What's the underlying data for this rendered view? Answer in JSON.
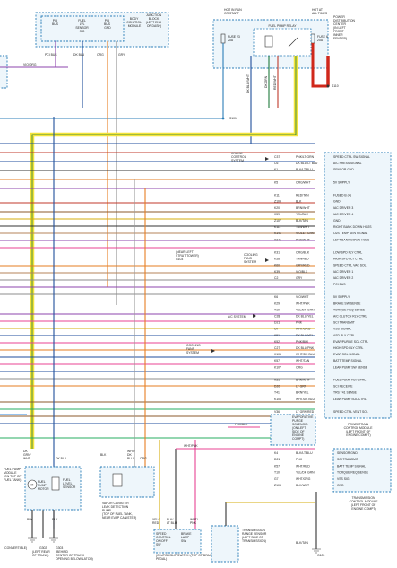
{
  "modules": {
    "junction_block": [
      "JUNCTION",
      "BLOCK",
      "(LEFT END",
      "OF DASH)"
    ],
    "body_control_module": [
      "BODY",
      "CONTROL",
      "MODULE"
    ],
    "power_distribution_center": [
      "POWER",
      "DISTRIBUTION",
      "CENTER",
      "(IN LEFT",
      "FRONT",
      "INNER",
      "FENDER)"
    ],
    "fuel_level_sender_box": [
      "PCI",
      "BUS",
      "FUEL",
      "LVL",
      "SENSOR",
      "SIG",
      "PCI",
      "BUS",
      "GND"
    ],
    "pcm": [
      "POWERTRAIN",
      "CONTROL MODULE",
      "(LEFT FRONT OF",
      "ENGINE COMPT)"
    ],
    "tcm": [
      "TRANSMISSION",
      "CONTROL MODULE",
      "(LEFT FRONT OF",
      "ENGINE COMPT)"
    ],
    "fuel_pump_module": [
      "FUEL PUMP",
      "MODULE",
      "(ON TOP OF",
      "FUEL TANK)"
    ],
    "fuel_pump_motor": [
      "FUEL",
      "PUMP",
      "MOTOR"
    ],
    "fuel_level_sensor": [
      "FUEL",
      "LEVEL",
      "SENSOR"
    ],
    "vapor_canister": [
      "VAPOR CANISTER",
      "LEAK DETECTION",
      "PUMP",
      "(TOP OF FUEL TANK,",
      "NEAR EVAP CANISTER)"
    ],
    "speed_control_switch": [
      "SPEED",
      "CONTROL",
      "ON/OFF",
      "SW"
    ],
    "brake_lamp_switch": [
      "BRAKE",
      "LAMP",
      "SW"
    ],
    "clutch_switch": [
      "CLUTCH",
      "(CLUTCH/SLIP SWITCH (TOP OF BRAKE",
      "PEDAL)"
    ],
    "evap_purge_solenoid": [
      "EVAPORATIVE",
      "PURGE",
      "SOLENOID",
      "(ON LEFT",
      "SIDE OF",
      "ENGINE",
      "COMPT)"
    ],
    "trans_range_sensor": [
      "TRANSMISSION",
      "RANGE SENSOR",
      "(LEFT SIDE OF",
      "TRANSMISSION)"
    ],
    "ac_system": [
      "A/C SYSTEM"
    ],
    "cooling_fans_system": [
      "COOLING",
      "FANS",
      "SYSTEM"
    ],
    "cooling_fan_system2": [
      "COOLING",
      "FANS",
      "SYSTEM"
    ],
    "cruise_control_system": [
      "CRUISE",
      "CONTROL",
      "SYSTEM"
    ],
    "ground_g103": [
      "(NEAR LEFT",
      "STRUT TOWER)",
      "G103"
    ],
    "convertible_note": [
      "(CONVERTIBLE)",
      "G302",
      "(LEFT REAR",
      "OF TRUNK)"
    ],
    "g303_note": [
      "G303",
      "(BEHIND",
      "CENTER OF TRUNK",
      "OPENING BELOW LATCH)"
    ],
    "g103_bottom": [
      "G103"
    ],
    "fuel_pump_relay": [
      "FUEL PUMP RELAY"
    ]
  },
  "top_labels": {
    "hot_in_run": [
      "HOT IN RUN",
      "OR START"
    ],
    "hot_at_all_times": [
      "HOT AT",
      "ALL TIMES"
    ],
    "fuse_23": [
      "FUSE 23",
      "20A"
    ],
    "fuse_6": [
      "FUSE 6",
      "20A"
    ],
    "splice_s101": "S101",
    "splice_s110": "S110",
    "pci_bus_left": "PCI BUS",
    "violet": "VIO/ORG",
    "dk_blu_top": "DK BLU",
    "org_top": "ORG",
    "gry": "GRY",
    "dk_grn": "DK GRN",
    "red_wht": "RED/WHT",
    "dk_blu_wht": "DK BLU/WHT",
    "dk_blu_wht2": "DK BLU/WHT"
  },
  "pcm_pins": [
    {
      "pin": "C37",
      "wire": "PNK/LT GRN",
      "signal": "SPEED CTRL SW SIGNAL"
    },
    {
      "pin": "C6",
      "wire": "DK BLU/LT BLU",
      "signal": "A/C PRESS SIGNAL"
    },
    {
      "pin": "K1",
      "wire": "BLK/LT BLU",
      "signal": "SENSOR GND"
    },
    {
      "pin": "",
      "wire": "",
      "signal": ""
    },
    {
      "pin": "K5",
      "wire": "ORG/WHT",
      "signal": "5V SUPPLY"
    },
    {
      "pin": "",
      "wire": "",
      "signal": ""
    },
    {
      "pin": "K11",
      "wire": "RED/TAN",
      "signal": "FUSED B (+)"
    },
    {
      "pin": "Z104",
      "wire": "BLK",
      "signal": "GND"
    },
    {
      "pin": "K20",
      "wire": "BRN/WHT",
      "signal": "IAC DRIVER 3"
    },
    {
      "pin": "K59",
      "wire": "YEL/BLK",
      "signal": "IAC DRIVER 4"
    },
    {
      "pin": "Z107",
      "wire": "BLK/TAN",
      "signal": "GND"
    },
    {
      "pin": "K111",
      "wire": "TAN/WHT",
      "signal": "RIGHT BANK DOWN HO2S"
    },
    {
      "pin": "K141",
      "wire": "VIOLET GRN",
      "signal": "O2S TEMP SEN SIGNAL"
    },
    {
      "pin": "K341",
      "wire": "PNK/WHT",
      "signal": "LEFT BANK DOWN HO2S"
    },
    {
      "pin": "",
      "wire": "",
      "signal": ""
    },
    {
      "pin": "K31",
      "wire": "ORG/BLK",
      "signal": "LOW SPD FLY CTRL"
    },
    {
      "pin": "K58",
      "wire": "TAN/RED",
      "signal": "HIGH SPD FLY CTRL"
    },
    {
      "pin": "K60",
      "wire": "GRY/RED",
      "signal": "SPEED CTRL VAC SOL"
    },
    {
      "pin": "K39",
      "wire": "VIO/BLK",
      "signal": "IAC DRIVER 1"
    },
    {
      "pin": "C2",
      "wire": "GRY",
      "signal": "IAC DRIVER 2"
    },
    {
      "pin": "",
      "wire": "",
      "signal": "PCI BUS"
    },
    {
      "pin": "",
      "wire": "",
      "signal": ""
    },
    {
      "pin": "K6",
      "wire": "VIO/WHT",
      "signal": "5V SUPPLY"
    },
    {
      "pin": "K29",
      "wire": "WHT/PNK",
      "signal": "BRAKE SW SENSE"
    },
    {
      "pin": "T10",
      "wire": "YEL/DK GRN",
      "signal": "TORQUE REQ SENSE"
    },
    {
      "pin": "C28",
      "wire": "DK BLU/YEL",
      "signal": "A/C CLUTCH RLY CTRL"
    },
    {
      "pin": "D21",
      "wire": "PNK",
      "signal": "SCI TRANSMIT"
    },
    {
      "pin": "G7",
      "wire": "WHT/ORG",
      "signal": "VSS SIGNAL"
    },
    {
      "pin": "K51",
      "wire": "DK BLU/YEL",
      "signal": "ASD RLY CTRL"
    },
    {
      "pin": "K52",
      "wire": "PNK/BLK",
      "signal": "EVAP/PURGE SOL CTRL"
    },
    {
      "pin": "C27",
      "wire": "DK BLU/PNK",
      "signal": "HIGH SPD RLY CTRL"
    },
    {
      "pin": "K106",
      "wire": "WHT/DK BLU",
      "signal": "EVAP SOL SIGNAL"
    },
    {
      "pin": "K57",
      "wire": "WHT/TAN",
      "signal": "BATT TEMP SIGNAL"
    },
    {
      "pin": "K107",
      "wire": "ORG",
      "signal": "LEAK PUMP SW SENSE"
    },
    {
      "pin": "",
      "wire": "",
      "signal": ""
    },
    {
      "pin": "K31",
      "wire": "BRN/WHT",
      "signal": "FUEL PUMP RLY CTRL"
    },
    {
      "pin": "D20",
      "wire": "LT GRN",
      "signal": "SCI RECEIVE"
    },
    {
      "pin": "T41",
      "wire": "BRN/YEL",
      "signal": "TRS T41 SENSE"
    },
    {
      "pin": "K106",
      "wire": "WHT/DK BLU",
      "signal": "LEAK PUMP SOL CTRL"
    },
    {
      "pin": "",
      "wire": "",
      "signal": ""
    },
    {
      "pin": "V36",
      "wire": "LT GRN/RED",
      "signal": "SPEED CTRL VENT SOL"
    }
  ],
  "tcm_pins": [
    {
      "pin": "K4",
      "wire": "BLK/LT BLU",
      "signal": "SENSOR GND"
    },
    {
      "pin": "D21",
      "wire": "PNK",
      "signal": "SCI TRANSMIT"
    },
    {
      "pin": "K57",
      "wire": "WHT/RED",
      "signal": "BATT TEMP SIGNAL"
    },
    {
      "pin": "T10",
      "wire": "YEL/DK GRN",
      "signal": "TORQUE REQ SENSE"
    },
    {
      "pin": "G7",
      "wire": "WHT/ORG",
      "signal": "VSS SIG"
    },
    {
      "pin": "Z104",
      "wire": "BLK/WHT",
      "signal": "GND"
    }
  ],
  "bottom_wires": {
    "dk_grn_wht": [
      "DK",
      "GRN/",
      "WHT"
    ],
    "dk_blu": "DK BLU",
    "blk": "BLK",
    "blk2": "BLK",
    "blk3": "BLK",
    "wht_dk": [
      "WHT/",
      "DK",
      "BLU"
    ],
    "org": "ORG",
    "yel_red": [
      "YEL/",
      "RED"
    ],
    "blk_lt": [
      "BLK/",
      "LT BLU"
    ],
    "wht_pnk": [
      "WHT/",
      "PNK"
    ],
    "pnk_blk": "PNK/BLK",
    "wht_pnk_mid": "WHT/PNK",
    "blk_tan": "BLK/TAN"
  },
  "colors": {
    "highlight_yellow": "#f3e33b",
    "highlight_red": "#d0281b",
    "module_border": "#2c7fb8",
    "module_fill": "#eef6fb"
  }
}
